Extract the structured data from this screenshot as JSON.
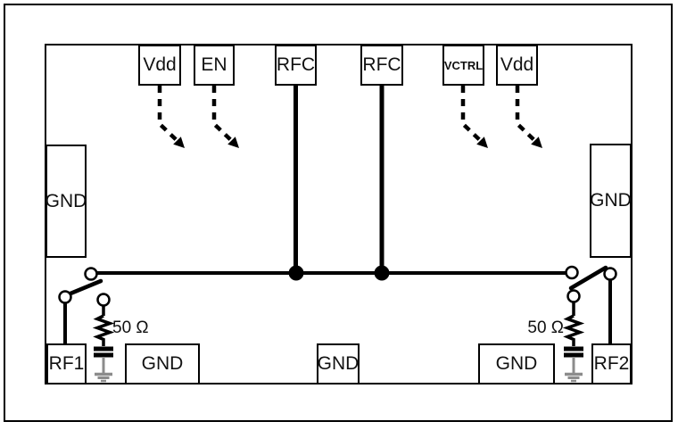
{
  "colors": {
    "line": "#000000",
    "ground_symbol": "#8c8c8c",
    "background": "#ffffff",
    "text": "#111111"
  },
  "pins": {
    "top": [
      {
        "label": "Vdd"
      },
      {
        "label": "EN"
      },
      {
        "label": "RFC"
      },
      {
        "label": "RFC"
      },
      {
        "label": "VCTRL"
      },
      {
        "label": "Vdd"
      }
    ],
    "left_side": {
      "label": "GND"
    },
    "right_side": {
      "label": "GND"
    },
    "bottom": [
      {
        "label": "RF1"
      },
      {
        "label": "GND"
      },
      {
        "label": "GND"
      },
      {
        "label": "GND"
      },
      {
        "label": "RF2"
      }
    ]
  },
  "labels": {
    "termination_left": "50 Ω",
    "termination_right": "50 Ω"
  }
}
